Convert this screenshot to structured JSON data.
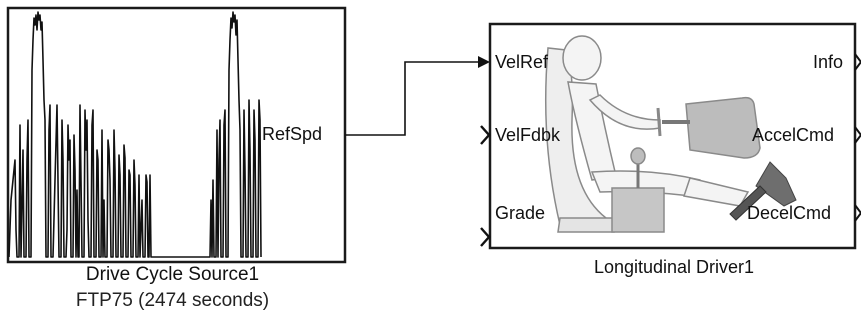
{
  "blocks": {
    "drive_cycle": {
      "name": "Drive Cycle Source1",
      "subtitle": "FTP75 (2474  seconds)",
      "output_port": "RefSpd"
    },
    "driver": {
      "name": "Longitudinal Driver1",
      "input_ports": [
        "VelRef",
        "VelFdbk",
        "Grade"
      ],
      "output_ports": [
        "Info",
        "AccelCmd",
        "DecelCmd"
      ]
    }
  },
  "icons": [
    "speed-trace-plot-icon",
    "driver-figure-icon",
    "steering-wheel-icon",
    "gear-shift-icon",
    "accelerator-pedal-icon",
    "brake-pedal-icon"
  ],
  "colors": {
    "block_border": "#1a1a1a",
    "signal_line": "#111111",
    "driver_fill_light": "#eeeeee",
    "driver_fill_mid": "#bcbcbc",
    "pedal_dark": "#555555"
  }
}
